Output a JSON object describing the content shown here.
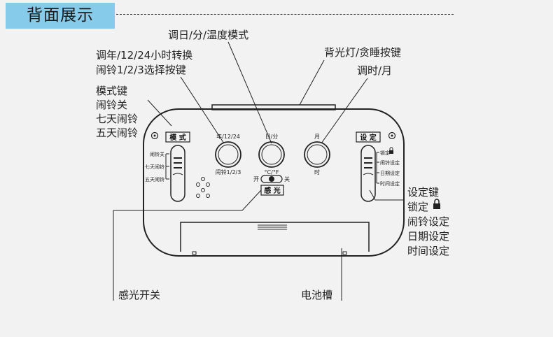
{
  "header": {
    "title": "背面展示"
  },
  "device": {
    "mode_box": "模 式",
    "setting_box": "设 定",
    "sensor_box": "感 光",
    "mode_positions": [
      "闹铃关",
      "七天闹铃",
      "五天闹铃"
    ],
    "setting_positions": [
      "锁定",
      "闹铃设定",
      "日期设定",
      "时间设定"
    ],
    "knob1_top": "年/12/24",
    "knob1_bottom": "闹铃1/2/3",
    "knob2_top": "日/分",
    "knob2_bottom": "°C/°F",
    "knob3_top": "月",
    "knob3_bottom": "时",
    "switch_on": "开",
    "switch_off": "关"
  },
  "callouts": {
    "top_center": "调日/分/温度模式",
    "left_top_1": "调年/12/24小时转换",
    "left_top_2": "闹铃1/2/3选择按键",
    "right_top_1": "背光灯/贪睡按键",
    "right_top_2": "调时/月",
    "mode_key": [
      "模式键",
      "闹铃关",
      "七天闹铃",
      "五天闹铃"
    ],
    "setting_key": [
      "设定键",
      "锁定",
      "闹铃设定",
      "日期设定",
      "时间设定"
    ],
    "sensor_switch": "感光开关",
    "battery": "电池槽"
  }
}
